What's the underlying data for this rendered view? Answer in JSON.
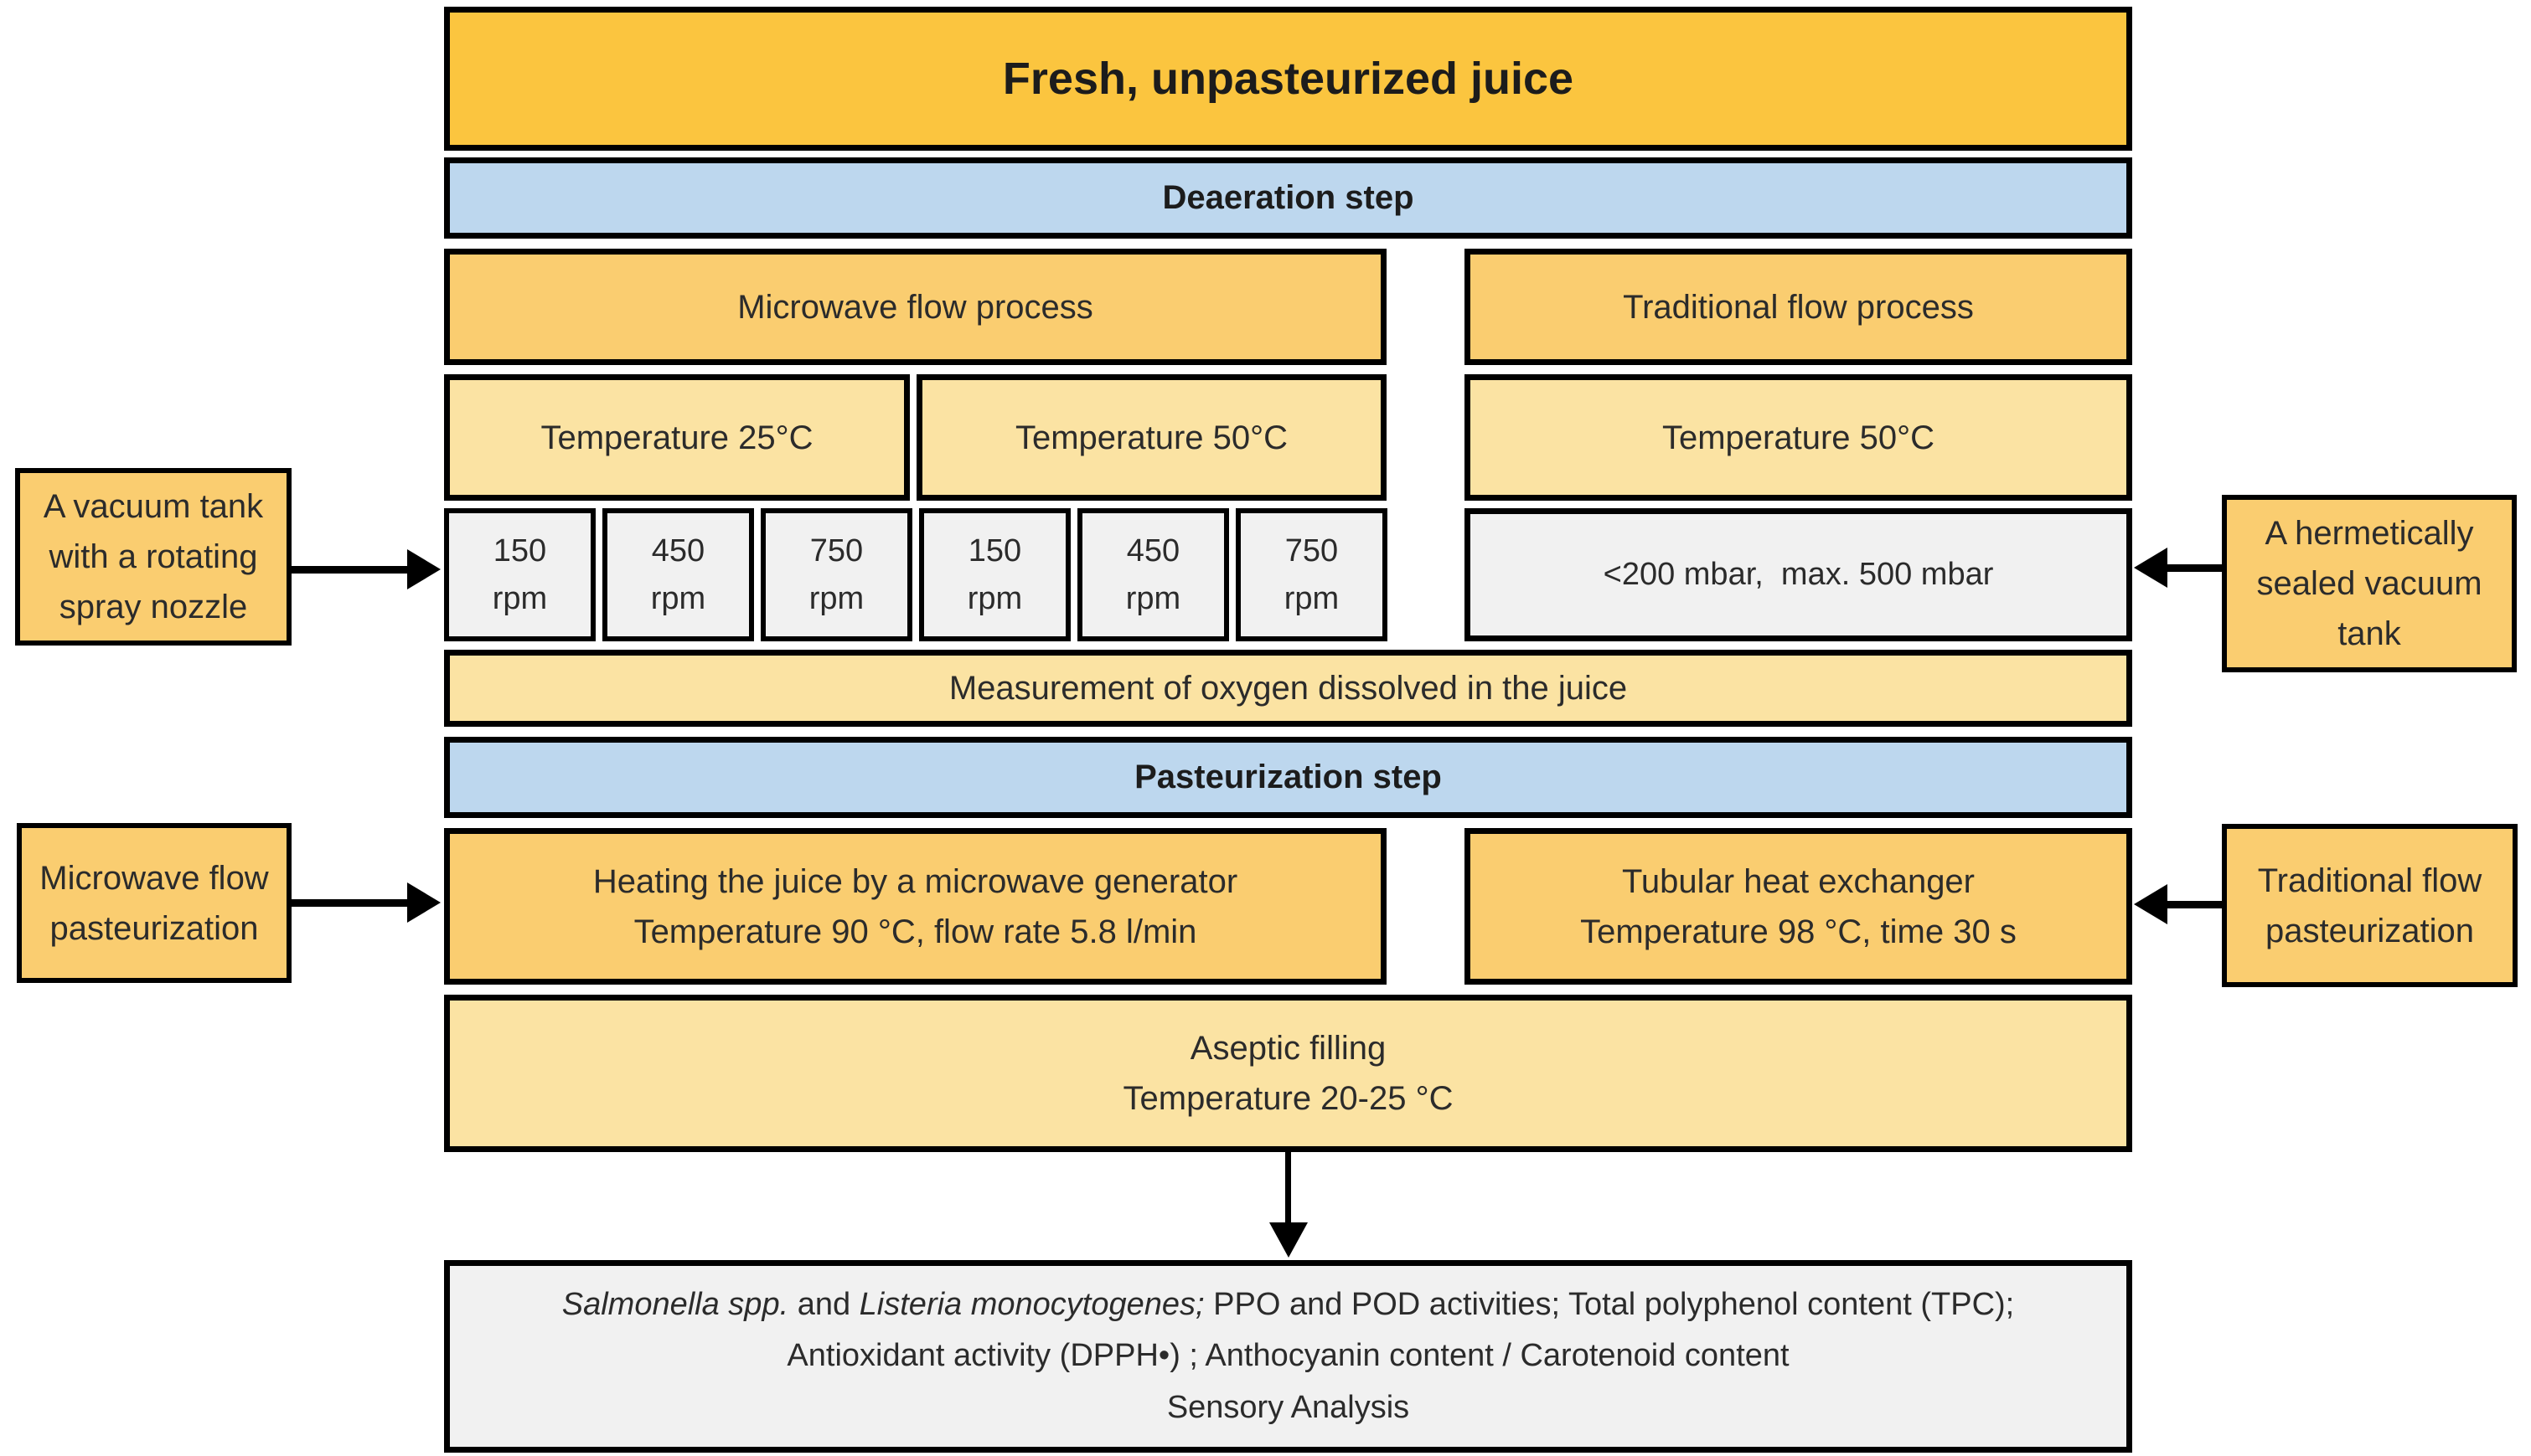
{
  "colors": {
    "gold": "#FBC53F",
    "amber": "#FACD70",
    "light_yellow": "#FBE3A3",
    "blue": "#BDD7EE",
    "grey": "#F1F1F1",
    "border": "#000000",
    "background": "#FFFFFF"
  },
  "title": "Fresh, unpasteurized juice",
  "deaeration": {
    "header": "Deaeration step",
    "microwave": {
      "label": "Microwave flow process",
      "temperatures": [
        "Temperature 25°C",
        "Temperature 50°C"
      ],
      "speeds": [
        "150\nrpm",
        "450\nrpm",
        "750\nrpm",
        "150\nrpm",
        "450\nrpm",
        "750\nrpm"
      ]
    },
    "traditional": {
      "label": "Traditional flow process",
      "temperature": "Temperature 50°C",
      "pressure": "<200 mbar,  max. 500 mbar"
    },
    "measurement": "Measurement of oxygen dissolved in the juice"
  },
  "pasteurization": {
    "header": "Pasteurization step",
    "microwave": "Heating the juice by a microwave generator\nTemperature 90 °C, flow rate 5.8 l/min",
    "traditional": "Tubular heat exchanger\nTemperature 98 °C, time 30 s"
  },
  "aseptic": "Aseptic filling\nTemperature 20-25 °C",
  "annotations": {
    "vacuum_tank": "A vacuum tank\nwith a rotating\nspray nozzle",
    "microwave_pasteurization": "Microwave flow\npasteurization",
    "sealed_tank": "A hermetically\nsealed vacuum\ntank",
    "traditional_pasteurization": "Traditional flow\npasteurization"
  },
  "analysis": {
    "italic_1": "Salmonella spp.",
    "plain_1": " and ",
    "italic_2": "Listeria monocytogenes;",
    "plain_2": " PPO and POD activities; Total polyphenol content (TPC); Antioxidant activity (DPPH•) ; Anthocyanin content / Carotenoid content",
    "line_2": "Sensory Analysis"
  }
}
